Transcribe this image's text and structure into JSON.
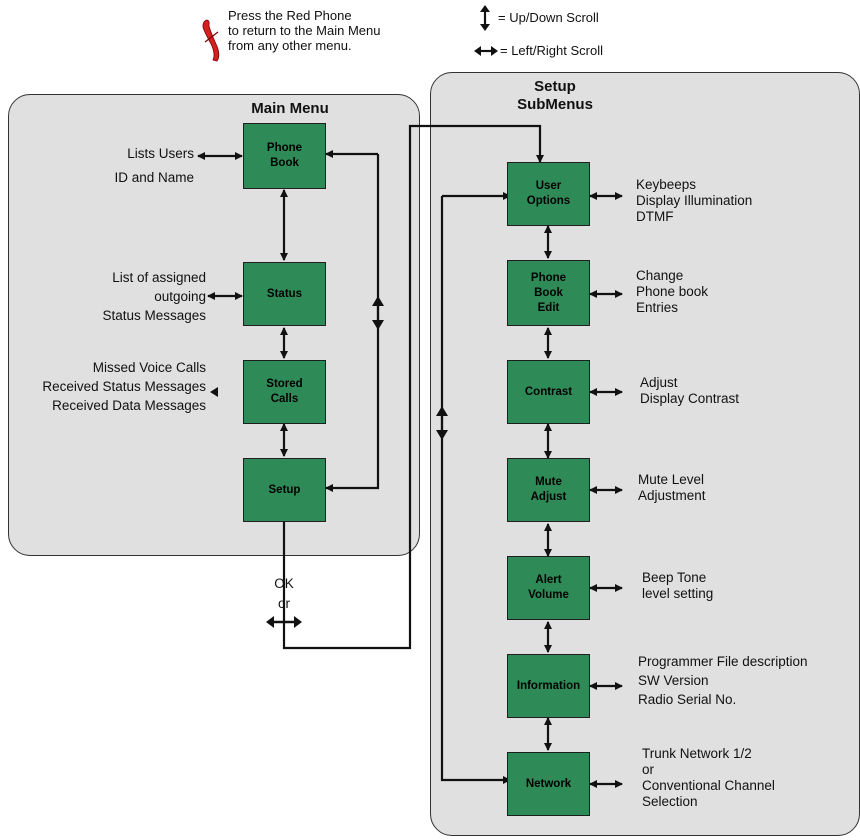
{
  "legend": {
    "note": "Press  the Red Phone\nto return to the Main Menu\nfrom any other menu.",
    "updown": "= Up/Down Scroll",
    "leftright": "= Left/Right Scroll"
  },
  "main_menu": {
    "title": "Main Menu",
    "nodes": {
      "phone_book": "Phone\nBook",
      "status": "Status",
      "stored_calls": "Stored\nCalls",
      "setup": "Setup"
    },
    "descriptions": {
      "phone_book": "Lists Users\nID and Name",
      "status": "List of assigned\noutgoing\nStatus Messages",
      "stored_calls": "Missed Voice Calls\nReceived Status Messages\nReceived Data Messages"
    },
    "ok_label": "OK\nor"
  },
  "setup_submenus": {
    "title": "Setup\nSubMenus",
    "nodes": {
      "user_options": "User\nOptions",
      "phone_book_edit": "Phone\nBook\nEdit",
      "contrast": "Contrast",
      "mute_adjust": "Mute\nAdjust",
      "alert_volume": "Alert\nVolume",
      "information": "Information",
      "network": "Network"
    },
    "descriptions": {
      "user_options": "Keybeeps\nDisplay Illumination\nDTMF",
      "phone_book_edit": "Change\nPhone book\nEntries",
      "contrast": "Adjust\nDisplay Contrast",
      "mute_adjust": "Mute Level\nAdjustment",
      "alert_volume": "Beep Tone\nlevel setting",
      "information": "Programmer File description\nSW Version\nRadio Serial No.",
      "network": "Trunk Network 1/2\nor\nConventional Channel\nSelection"
    }
  },
  "colors": {
    "node_fill": "#2e8b57",
    "panel_fill": "#e0e0e0",
    "phone_icon": "#d42020"
  }
}
